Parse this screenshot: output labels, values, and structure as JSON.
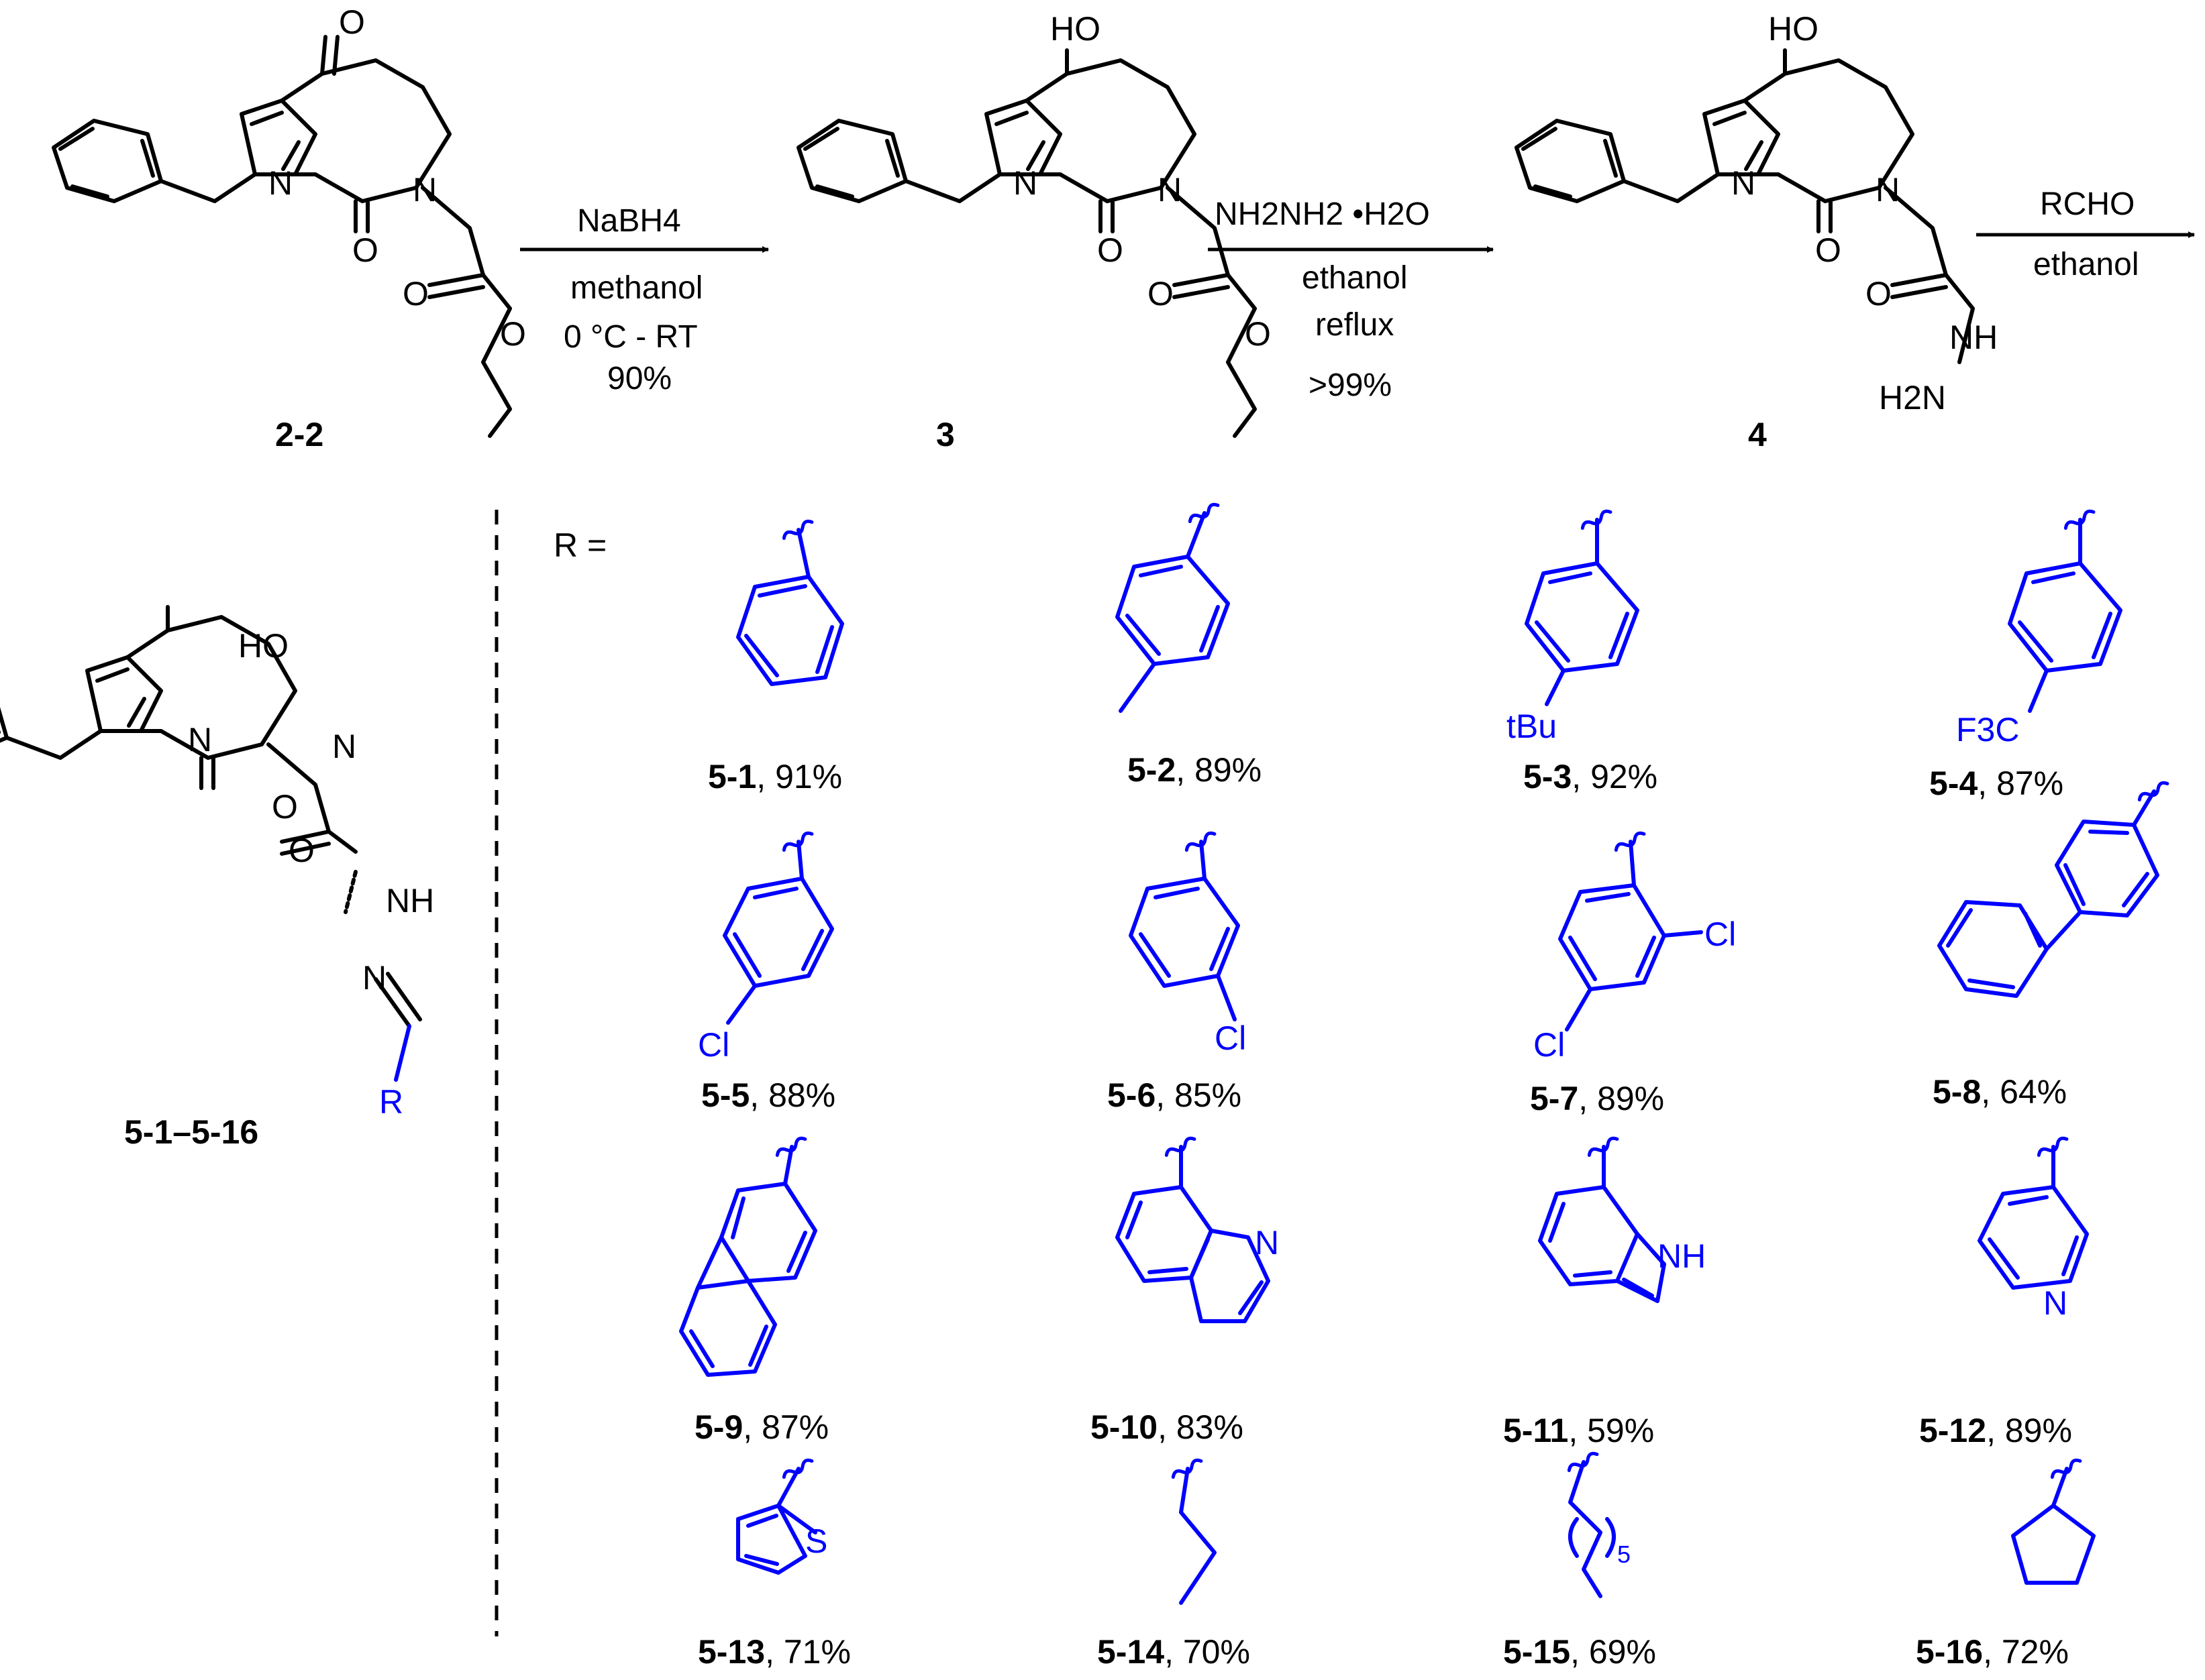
{
  "compounds": {
    "c22": "2-2",
    "c3": "3",
    "c4": "4",
    "c5": "5-1–5-16"
  },
  "conditions": {
    "step1": [
      "NaBH4",
      "methanol",
      "0 °C - RT",
      "90%"
    ],
    "step2": [
      "NH2NH2 •H2O",
      "ethanol",
      "reflux",
      ">99%"
    ],
    "step3": [
      "RCHO",
      "ethanol"
    ]
  },
  "r_prefix": "R =",
  "r_groups": [
    {
      "id": "5-1",
      "yield": "91%"
    },
    {
      "id": "5-2",
      "yield": "89%"
    },
    {
      "id": "5-3",
      "yield": "92%"
    },
    {
      "id": "5-4",
      "yield": "87%"
    },
    {
      "id": "5-5",
      "yield": "88%"
    },
    {
      "id": "5-6",
      "yield": "85%"
    },
    {
      "id": "5-7",
      "yield": "89%"
    },
    {
      "id": "5-8",
      "yield": "64%"
    },
    {
      "id": "5-9",
      "yield": "87%"
    },
    {
      "id": "5-10",
      "yield": "83%"
    },
    {
      "id": "5-11",
      "yield": "59%"
    },
    {
      "id": "5-12",
      "yield": "89%"
    },
    {
      "id": "5-13",
      "yield": "71%"
    },
    {
      "id": "5-14",
      "yield": "70%"
    },
    {
      "id": "5-15",
      "yield": "69%"
    },
    {
      "id": "5-16",
      "yield": "72%"
    }
  ],
  "substituents": {
    "tbu": "tBu",
    "cf3": "F3C",
    "cl": "Cl",
    "nh": "NH",
    "n": "N",
    "s": "S",
    "five": "5"
  },
  "atoms": {
    "o": "O",
    "n": "N",
    "ho": "HO",
    "nh": "NH",
    "h2n": "H2N",
    "r": "R"
  },
  "colors": {
    "core": "#000000",
    "r_group": "#0000ff"
  }
}
